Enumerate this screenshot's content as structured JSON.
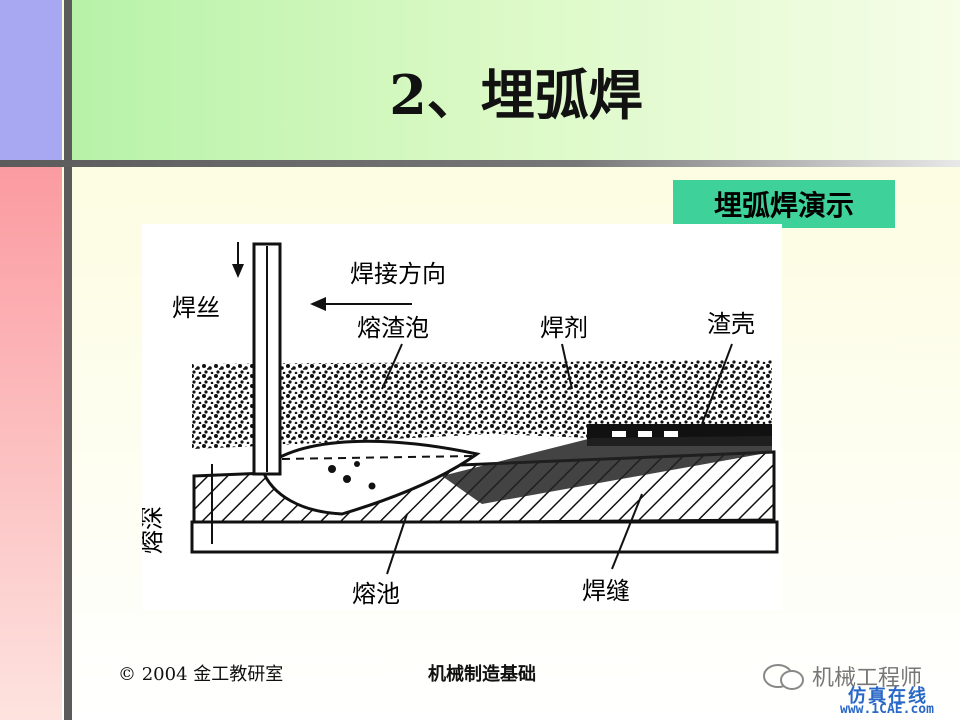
{
  "slide": {
    "title": "2、埋弧焊",
    "demo_button": "埋弧焊演示"
  },
  "diagram": {
    "labels": {
      "welding_direction": "焊接方向",
      "wire": "焊丝",
      "slag_bubble": "熔渣泡",
      "flux": "焊剂",
      "slag_shell": "渣壳",
      "penetration": "熔深",
      "molten_pool": "熔池",
      "weld_seam": "焊缝"
    }
  },
  "footer": {
    "copyright": "© 2004 金工教研室",
    "course": "机械制造基础"
  },
  "watermark": {
    "account": "机械工程师",
    "slogan": "仿真在线",
    "url": "www.1CAE.com"
  },
  "colors": {
    "button_bg": "#3ed29a",
    "title_band": "#b7f2a8",
    "left_top": "#a8a8f2",
    "left_bottom": "#fb9aa0"
  }
}
